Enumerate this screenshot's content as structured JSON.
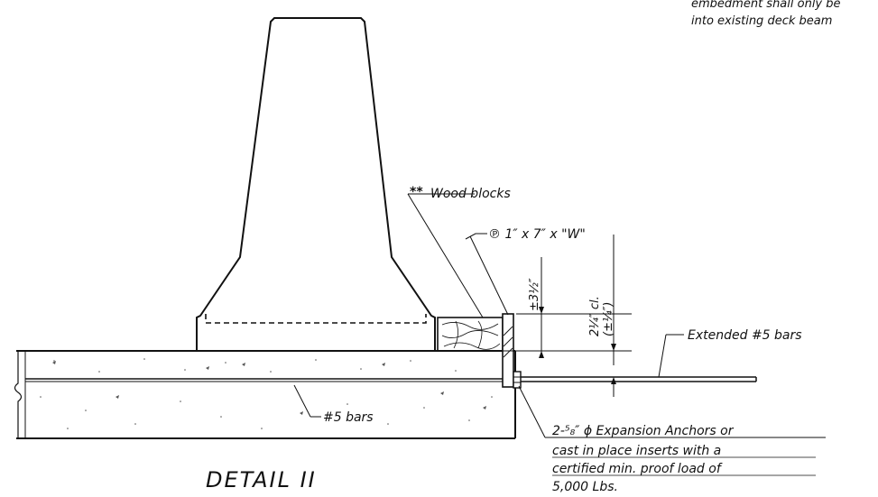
{
  "note": {
    "line1": "embedment shall only be",
    "line2": "into existing deck beam"
  },
  "labels": {
    "wood_blocks_marker": "**",
    "wood_blocks": "Wood blocks",
    "plate": "℗ 1″ x 7″ x \"W\"",
    "dim_top": "±3½″",
    "dim_clear": "2¼″ cl.",
    "dim_clear_tol": "(±¼″)",
    "extended_bars": "Extended #5 bars",
    "bars": "#5 bars",
    "anchors_line1": "2-⁵₈″ ϕ Expansion Anchors or",
    "anchors_line2": "cast in place inserts with a",
    "anchors_line3": "certified min. proof load of",
    "anchors_line4": "5,000 Lbs."
  },
  "title": "DETAIL II"
}
